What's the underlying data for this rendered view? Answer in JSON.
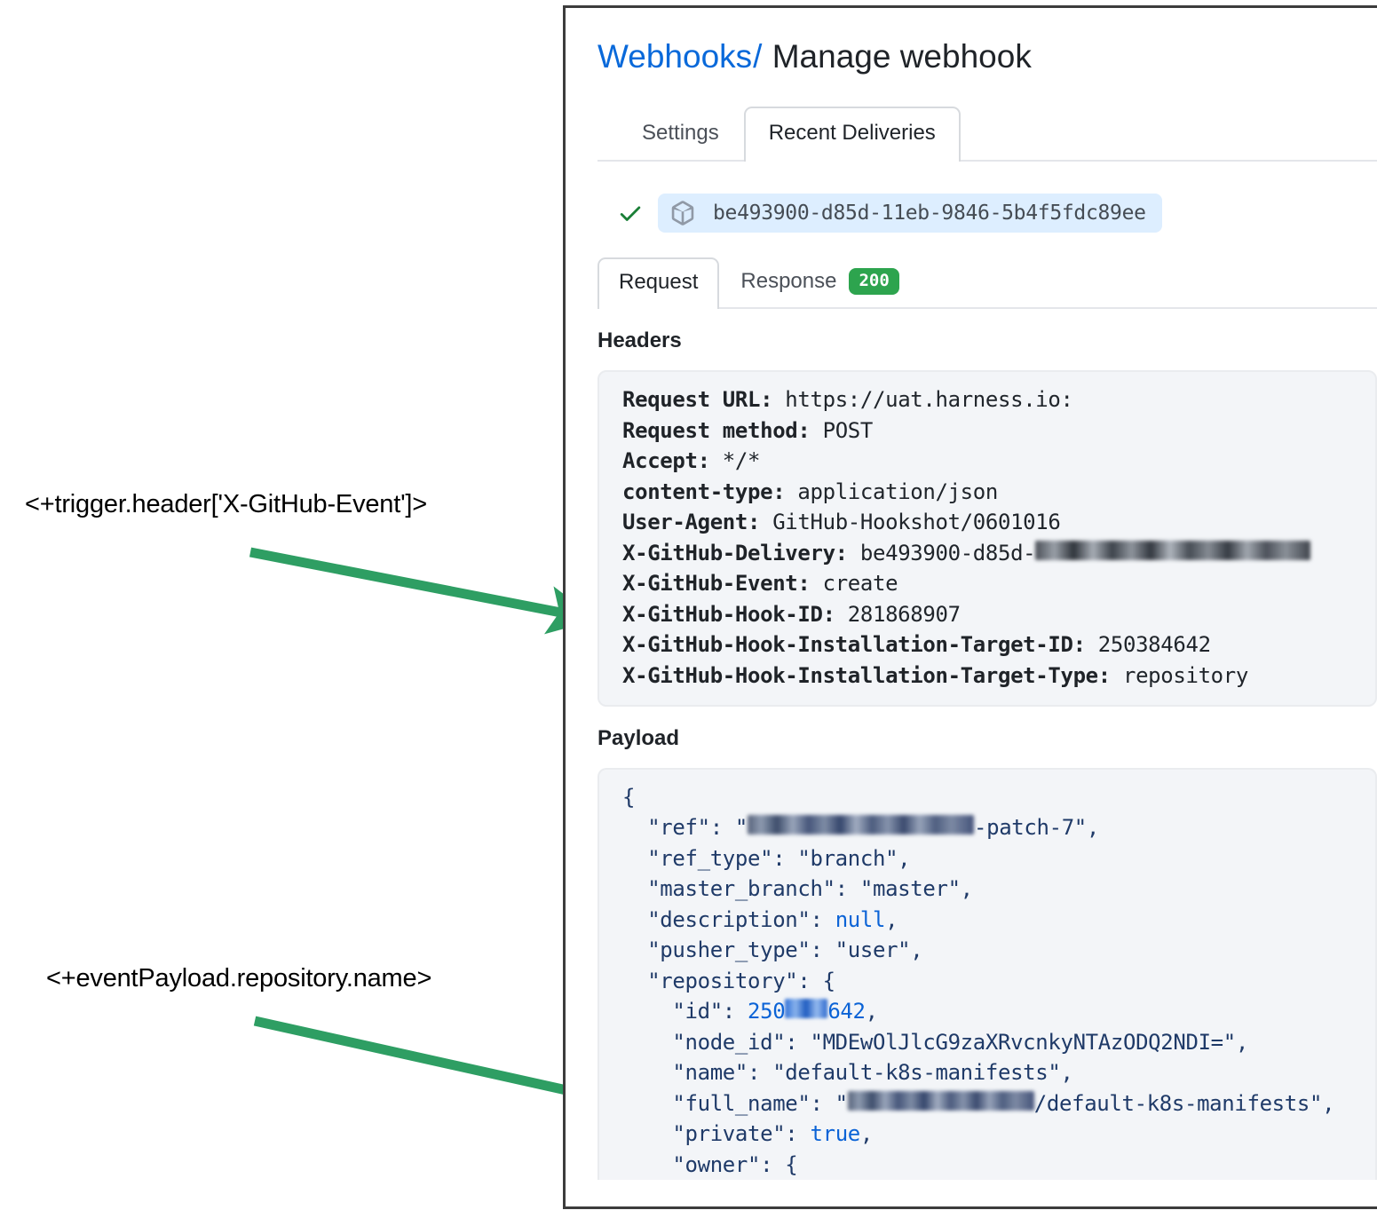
{
  "annotations": [
    {
      "id": "header-annotation",
      "text": "<+trigger.header['X-GitHub-Event']>"
    },
    {
      "id": "payload-annotation",
      "text": "<+eventPayload.repository.name>"
    }
  ],
  "colors": {
    "arrow_green": "#2e9e63",
    "link_blue": "#0969da",
    "badge_green": "#2da44e",
    "chip_blue": "#ddeeff",
    "codebox_bg": "#f3f5f8",
    "panel_border": "#3c3c3c"
  },
  "page": {
    "breadcrumb_link": "Webhooks",
    "breadcrumb_separator": "/",
    "breadcrumb_current": "Manage webhook"
  },
  "tabs": {
    "items": [
      {
        "label": "Settings",
        "active": false
      },
      {
        "label": "Recent Deliveries",
        "active": true
      }
    ]
  },
  "delivery": {
    "status_icon": "check-icon",
    "package_icon": "package-icon",
    "id": "be493900-d85d-11eb-9846-5b4f5fdc89ee"
  },
  "subtabs": {
    "items": [
      {
        "label": "Request",
        "active": true,
        "badge": null
      },
      {
        "label": "Response",
        "active": false,
        "badge": "200"
      }
    ]
  },
  "headers_section": {
    "heading": "Headers",
    "lines": [
      {
        "key": "Request URL:",
        "value": " https://uat.harness.io:"
      },
      {
        "key": "Request method:",
        "value": " POST"
      },
      {
        "key": "Accept:",
        "value": " */*"
      },
      {
        "key": "content-type:",
        "value": " application/json"
      },
      {
        "key": "User-Agent:",
        "value": " GitHub-Hookshot/0601016"
      },
      {
        "key": "X-GitHub-Delivery:",
        "value": " be493900-d85d-",
        "redacted": "11eb-9846-5b4f5fdc89ee"
      },
      {
        "key": "X-GitHub-Event:",
        "value": " create"
      },
      {
        "key": "X-GitHub-Hook-ID:",
        "value": " 281868907"
      },
      {
        "key": "X-GitHub-Hook-Installation-Target-ID:",
        "value": " 250384642"
      },
      {
        "key": "X-GitHub-Hook-Installation-Target-Type:",
        "value": " repository"
      }
    ]
  },
  "payload_section": {
    "heading": "Payload",
    "lines": [
      "{",
      "  \"ref\": \"[REDACTED]-patch-7\",",
      "  \"ref_type\": \"branch\",",
      "  \"master_branch\": \"master\",",
      "  \"description\": null,",
      "  \"pusher_type\": \"user\",",
      "  \"repository\": {",
      "    \"id\": 250384642,",
      "    \"node_id\": \"MDEwOlJlcG9zaXRvcnkyNTAzODQ2NDI=\",",
      "    \"name\": \"default-k8s-manifests\",",
      "    \"full_name\": \"[REDACTED]/default-k8s-manifests\",",
      "    \"private\": true,",
      "    \"owner\": {"
    ]
  }
}
